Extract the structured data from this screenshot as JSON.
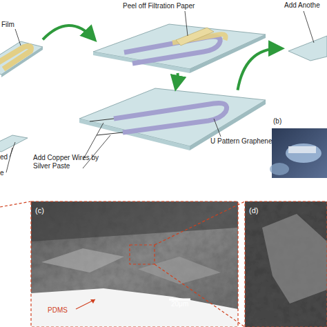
{
  "diagram": {
    "nodes": [
      {
        "text": [
          "Film"
        ]
      },
      {
        "text": [
          "Peel off Filtration Paper"
        ]
      },
      {
        "text": [
          "U Pattern Graphene",
          "Add Copper Wires by Silver Paste"
        ]
      },
      {
        "text": [
          "Add Anothe"
        ]
      },
      {
        "text": [
          "(b)"
        ]
      },
      {
        "text": [
          "(c)",
          "20μm",
          "PDMS"
        ]
      },
      {
        "text": [
          "(d)"
        ]
      }
    ],
    "edges": [
      {
        "from": 0,
        "to": 1,
        "arrow": "to"
      },
      {
        "from": 1,
        "to": 2,
        "arrow": "to"
      },
      {
        "from": 2,
        "to": 3,
        "arrow": "to"
      }
    ],
    "labels": [
      "ed",
      "e"
    ]
  }
}
